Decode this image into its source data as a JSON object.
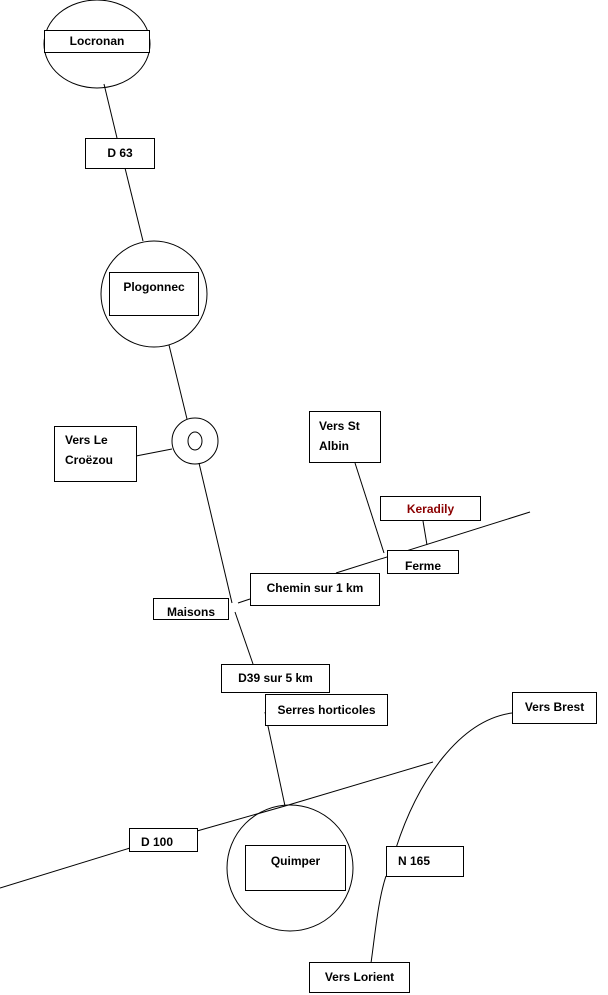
{
  "labels": {
    "locronan": "Locronan",
    "d63": "D 63",
    "plogonnec": "Plogonnec",
    "vers_le_croezou": "Vers Le Croëzou",
    "vers_st_albin": "Vers St Albin",
    "keradily": "Keradily",
    "ferme": "Ferme",
    "chemin": "Chemin sur 1  km",
    "maisons": "Maisons",
    "d39": "D39 sur 5 km",
    "serres": "Serres horticoles",
    "vers_brest": "Vers Brest",
    "d100": "D 100",
    "quimper": "Quimper",
    "n165": "N 165",
    "vers_lorient": "Vers Lorient"
  },
  "colors": {
    "stroke": "#000000",
    "keradily_text": "#8b0000"
  }
}
